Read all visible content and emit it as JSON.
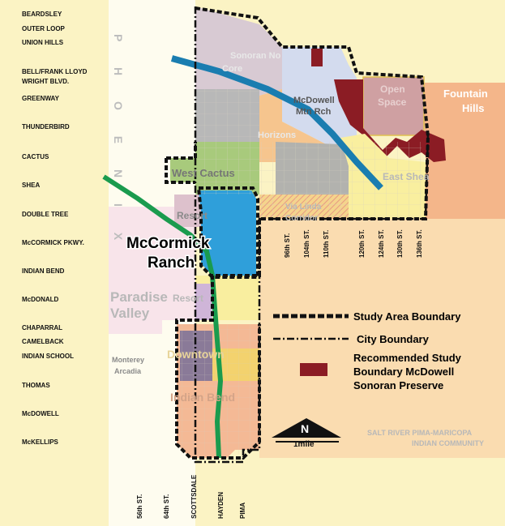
{
  "streets_ew": [
    "BEARDSLEY",
    "OUTER LOOP",
    "UNION HILLS",
    "BELL/FRANK LLOYD",
    "WRIGHT BLVD.",
    "GREENWAY",
    "THUNDERBIRD",
    "CACTUS",
    "SHEA",
    "DOUBLE TREE",
    "McCORMICK PKWY.",
    "INDIAN BEND",
    "McDONALD",
    "CHAPARRAL",
    "CAMELBACK",
    "INDIAN SCHOOL",
    "THOMAS",
    "McDOWELL",
    "McKELLIPS"
  ],
  "streets_ns_bottom": [
    "56th ST.",
    "64th ST.",
    "SCOTTSDALE",
    "HAYDEN",
    "PIMA"
  ],
  "streets_ns_east": [
    "96th ST.",
    "104th ST.",
    "110th ST.",
    "120th ST.",
    "124th ST.",
    "130th ST.",
    "136th ST."
  ],
  "neighbor_labels": {
    "phoenix": "P H O E N I X",
    "paradise_valley_1": "Paradise",
    "paradise_valley_2": "Valley",
    "fountain_hills_1": "Fountain",
    "fountain_hills_2": "Hills",
    "srp_1": "SALT RIVER PIMA-MARICOPA",
    "srp_2": "INDIAN COMMUNITY"
  },
  "area_labels": {
    "sonoran_1": "Sonoran No",
    "sonoran_2": "Core",
    "mcdowell_1": "McDowell",
    "mcdowell_2": "Mtn Rch",
    "open_space_1": "Open",
    "open_space_2": "Space",
    "horizons": "Horizons",
    "west_cactus": "West Cactus",
    "east_shea": "East Shea",
    "shea_corridor_1": "Via Linda",
    "shea_corridor_2": "Corridor",
    "resort_1": "Resort",
    "resort_2": "Resort",
    "mccormick_1": "McCormick",
    "mccormick_2": "Ranch",
    "downtown": "Downtown",
    "monterey_1": "Monterey",
    "monterey_2": "Arcadia",
    "indian_bend": "Indian Bend"
  },
  "legend": {
    "study_area": "Study Area Boundary",
    "city_boundary": "City Boundary",
    "recommended_1": "Recommended Study",
    "recommended_2": "Boundary McDowell",
    "recommended_3": "Sonoran Preserve"
  },
  "north_arrow": {
    "letter": "N",
    "scale": "1mile"
  },
  "colors": {
    "base_yellow": "#fbf3c4",
    "phoenix_white": "#fefcef",
    "paradise_pink": "#f8e4ea",
    "fountain_salmon": "#f4b68a",
    "srp_peach": "#fadcb0",
    "study_brown": "#8b1c24",
    "canal_blue": "#1a7db0",
    "wash_green": "#1a9b4e"
  }
}
